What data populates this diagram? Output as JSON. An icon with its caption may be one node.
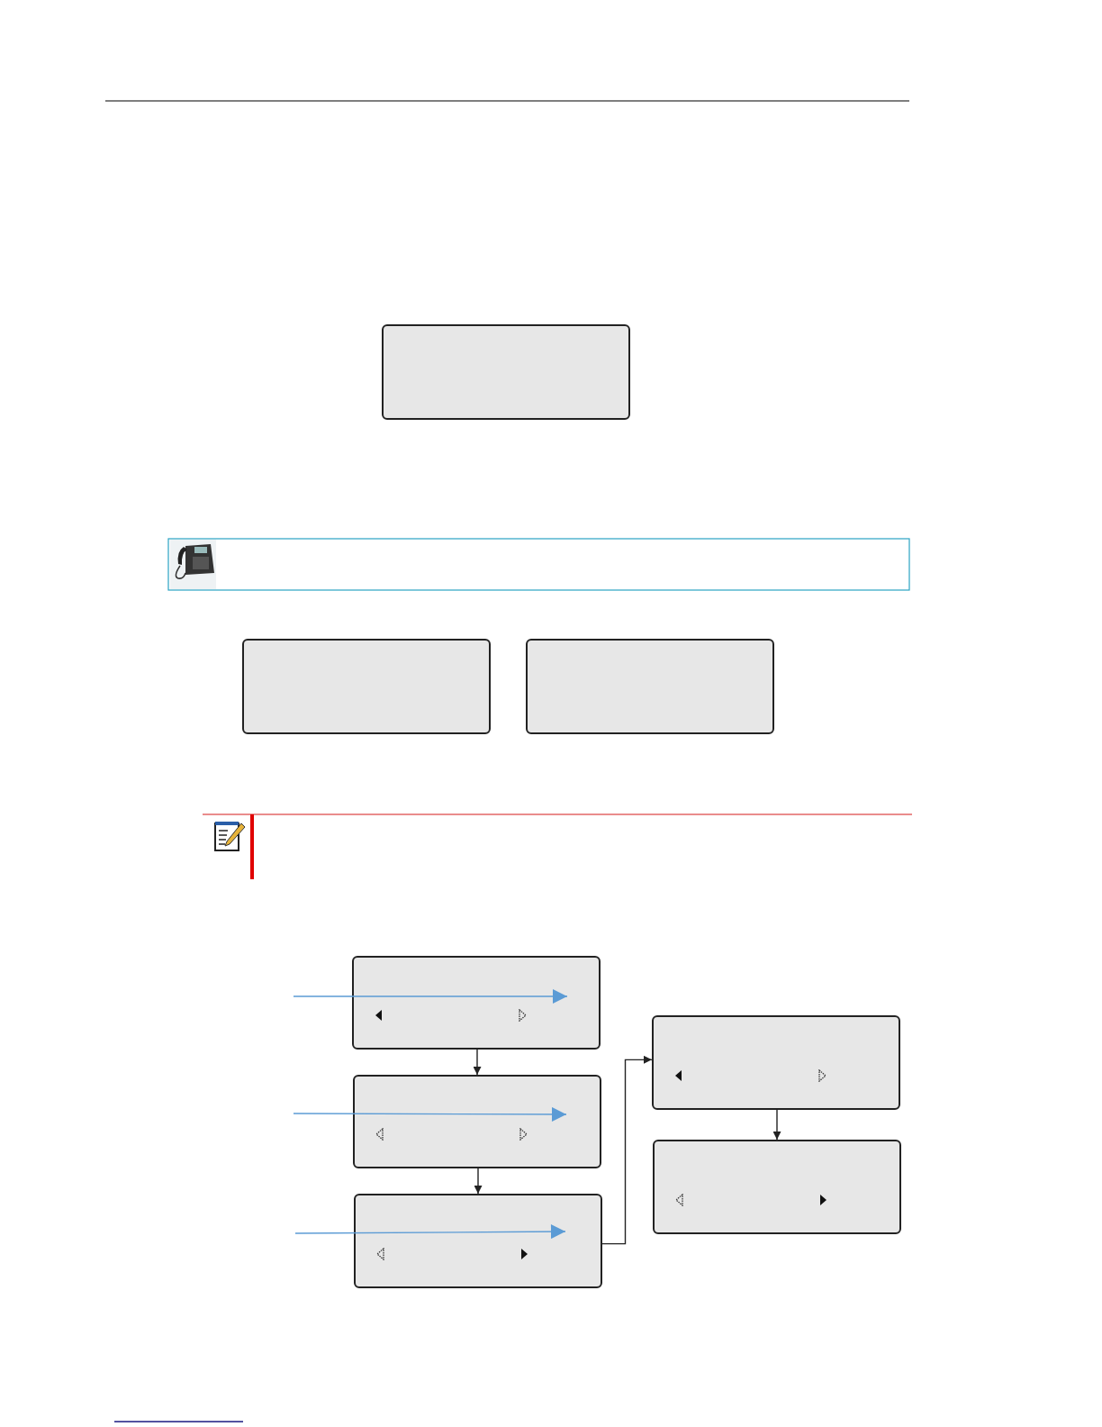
{
  "diagram": {
    "nodes": [
      {
        "text": [],
        "shape": "box"
      },
      {
        "text": [],
        "shape": "box"
      },
      {
        "text": [],
        "shape": "box"
      },
      {
        "text": [],
        "shape": "box"
      },
      {
        "text": [],
        "shape": "box"
      },
      {
        "text": [],
        "shape": "box"
      },
      {
        "text": [],
        "shape": "box"
      },
      {
        "text": [],
        "shape": "box"
      }
    ],
    "edges": [
      {
        "from": 3,
        "to": 4,
        "arrow": "to"
      },
      {
        "from": 4,
        "to": 5,
        "arrow": "to"
      },
      {
        "from": 5,
        "to": 6,
        "arrow": "to"
      },
      {
        "from": 6,
        "to": 7,
        "arrow": "to"
      },
      {
        "from": null,
        "to": 3,
        "arrow": "to",
        "color": "#5b9bd5"
      },
      {
        "from": null,
        "to": 4,
        "arrow": "to",
        "color": "#5b9bd5"
      },
      {
        "from": null,
        "to": 5,
        "arrow": "to",
        "color": "#5b9bd5"
      }
    ]
  }
}
